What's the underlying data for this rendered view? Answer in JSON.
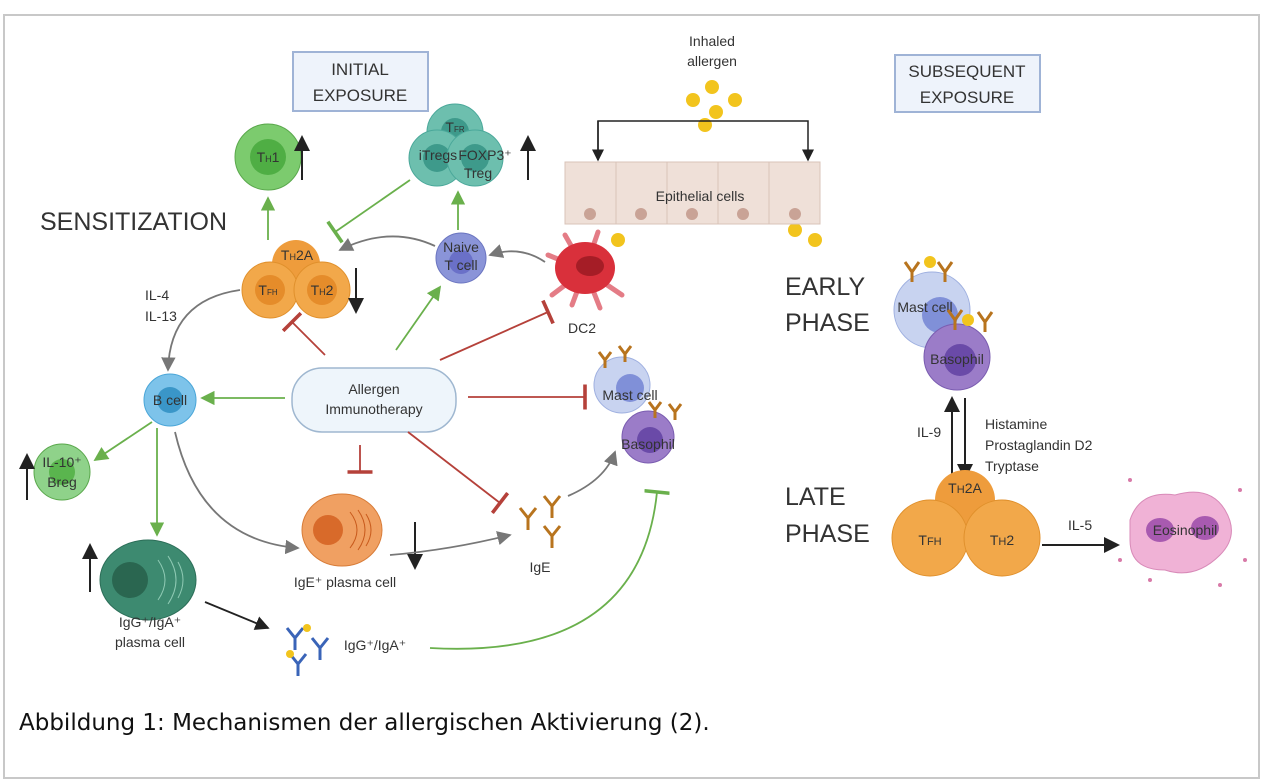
{
  "figure": {
    "boxes": {
      "initial": [
        "INITIAL",
        "EXPOSURE"
      ],
      "subsequent": [
        "SUBSEQUENT",
        "EXPOSURE"
      ]
    },
    "inhaled_allergen": [
      "Inhaled",
      "allergen"
    ],
    "epithelial": "Epithelial cells",
    "sensitization": "SENSITIZATION",
    "th1": {
      "base": "T",
      "sub": "H",
      "rest": "1"
    },
    "tfr": {
      "base": "T",
      "sub": "FR"
    },
    "itregs": "iTregs",
    "foxp3": [
      "FOXP3⁺",
      "Treg"
    ],
    "th2a": {
      "base": "T",
      "sub": "H",
      "rest": "2A"
    },
    "tfh": {
      "base": "T",
      "sub": "FH"
    },
    "th2": {
      "base": "T",
      "sub": "H",
      "rest": "2"
    },
    "naive": [
      "Naive",
      "T cell"
    ],
    "dc2": "DC2",
    "il4": [
      "IL-4",
      "IL-13"
    ],
    "bcell": "B cell",
    "immunotherapy": [
      "Allergen",
      "Immunotherapy"
    ],
    "mast": "Mast cell",
    "basophil": "Basophil",
    "breg": [
      "IL-10⁺",
      "Breg"
    ],
    "ige_plasma": "IgE⁺ plasma cell",
    "ige": "IgE",
    "igg_plasma": [
      "IgG⁺/IgA⁺",
      "plasma cell"
    ],
    "igg": "IgG⁺/IgA⁺",
    "early": [
      "EARLY",
      "PHASE"
    ],
    "late": [
      "LATE",
      "PHASE"
    ],
    "il9": "IL-9",
    "mediators": [
      "Histamine",
      "Prostaglandin D2",
      "Tryptase"
    ],
    "il5": "IL-5",
    "eosinophil": "Eosinophil",
    "colors": {
      "green": "#6ab04c",
      "red": "#b5413a",
      "orange": "#f0a040",
      "teal": "#4aa89a"
    }
  },
  "caption": "Abbildung 1: Mechanismen der allergischen Aktivierung (2)."
}
